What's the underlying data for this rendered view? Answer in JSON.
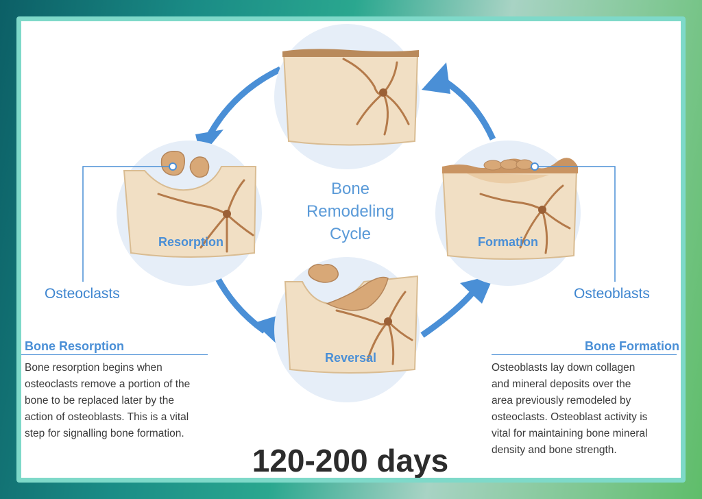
{
  "diagram": {
    "title_lines": [
      "Bone",
      "Remodeling",
      "Cycle"
    ],
    "stages": {
      "resorption": "Resorption",
      "formation": "Formation",
      "reversal": "Reversal"
    },
    "cells": {
      "left": "Osteoclasts",
      "right": "Osteoblasts"
    }
  },
  "sections": {
    "resorption": {
      "heading": "Bone Resorption",
      "lines": [
        "Bone resorption begins when",
        "osteoclasts remove a portion of the",
        "bone to be replaced later by the",
        "action of osteoblasts. This is a vital",
        "step for signalling bone formation."
      ]
    },
    "formation": {
      "heading": "Bone Formation",
      "lines": [
        "Osteoblasts lay down collagen",
        "and mineral deposits over the",
        "area previously remodeled by",
        "osteoclasts. Osteoblast activity is",
        "vital for maintaining bone mineral",
        "density and bone strength."
      ]
    }
  },
  "duration": "120-200 days",
  "colors": {
    "accent_blue": "#4a8fd6",
    "circle_bg": "#e6eef8",
    "bone": "#f1dfc4",
    "bone_edge": "#d9bc92",
    "canal": "#b47a4a"
  }
}
